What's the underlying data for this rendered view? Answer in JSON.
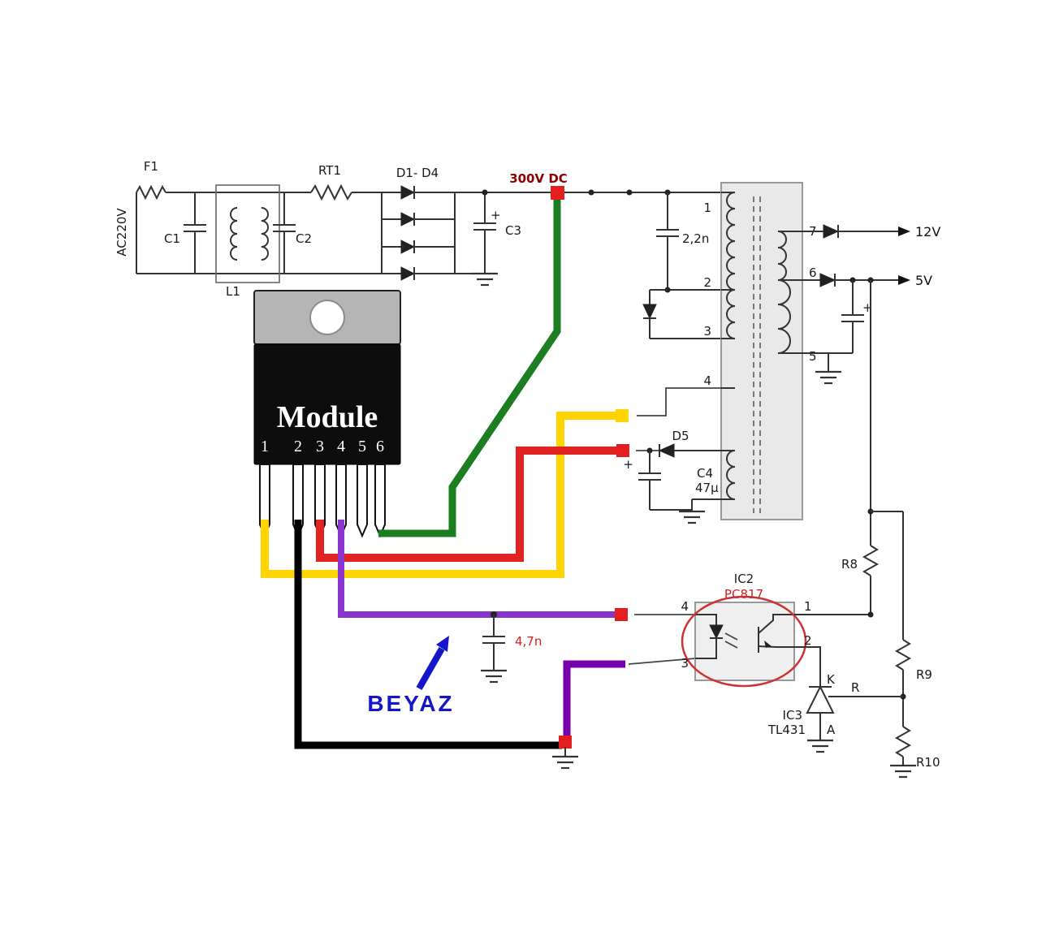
{
  "colors": {
    "wire_green": "#1b7e20",
    "wire_yellow": "#ffd400",
    "wire_red": "#e32222",
    "wire_purple_upper": "#8833cc",
    "wire_purple_lower": "#7700aa",
    "wire_black": "#000000",
    "node_red": "#e31e1e",
    "node_yellow": "#ffd400",
    "annotation_blue": "#1515cc",
    "label_red": "#cc2222",
    "label_darkred": "#8b0000",
    "module_body": "#0d0d0d",
    "module_tab": "#b5b5b5",
    "transformer_fill": "#e9e9e9",
    "opto_ellipse": "#cc3333"
  },
  "input": {
    "f1": "F1",
    "ac": "AC220V",
    "c1": "C1",
    "l1": "L1",
    "c2": "C2",
    "rt1": "RT1",
    "bridge": "D1- D4",
    "c3": "C3",
    "c3_plus": "+",
    "dc_bus": "300V DC"
  },
  "snubber": {
    "cap": "2,2n"
  },
  "transformer": {
    "pin1": "1",
    "pin2": "2",
    "pin3": "3",
    "pin4": "4",
    "pin7": "7",
    "pin6": "6",
    "pin5": "5"
  },
  "outputs": {
    "v12": "12V",
    "v5": "5V",
    "cap_plus": "+"
  },
  "aux": {
    "d5": "D5",
    "c4": "C4",
    "c4_value": "47µ",
    "c4_plus": "+"
  },
  "module": {
    "name": "Module",
    "pins": [
      "1",
      "2",
      "3",
      "4",
      "5",
      "6"
    ]
  },
  "feedback": {
    "cap": "4,7n",
    "annotation": "BEYAZ",
    "ic2": "IC2",
    "ic2_part": "PC817",
    "ic2_pin4": "4",
    "ic2_pin3": "3",
    "ic2_pin1": "1",
    "ic2_pin2": "2",
    "r8": "R8",
    "r9": "R9",
    "r10": "R10",
    "tl431_k": "K",
    "tl431_r": "R",
    "tl431_a": "A",
    "ic3": "IC3",
    "ic3_part": "TL431"
  }
}
